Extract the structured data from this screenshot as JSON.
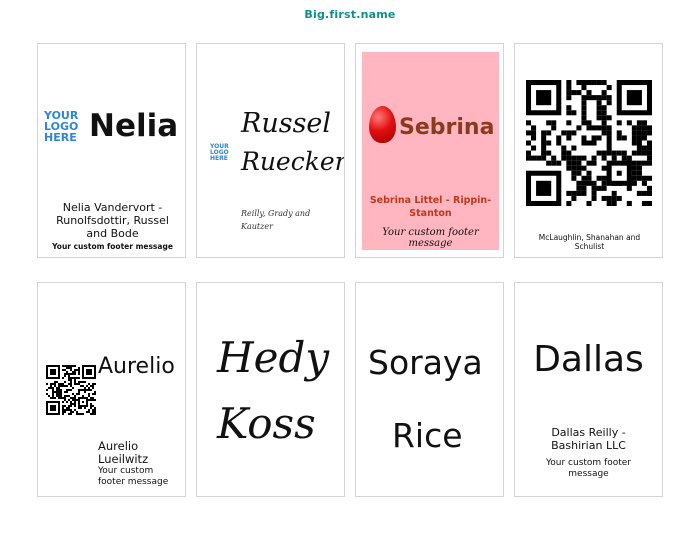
{
  "page": {
    "title": "Big.first.name"
  },
  "cards": [
    {
      "logo_lines": [
        "YOUR",
        "LOGO",
        "HERE"
      ],
      "name": "Nelia",
      "company": "Nelia Vandervort - Runolfsdottir, Russel and Bode",
      "footer": "Your custom footer message"
    },
    {
      "logo_lines": [
        "YOUR",
        "LOGO",
        "HERE"
      ],
      "name_line1": "Russel",
      "name_line2": "Ruecker",
      "company_line1": "Reilly, Grady and",
      "company_line2": "Kautzer"
    },
    {
      "name": "Sebrina",
      "company_line1": "Sebrina Littel - Rippin-",
      "company_line2": "Stanton",
      "footer": "Your custom footer message",
      "bg_color": "#ffb6c1",
      "name_color": "#8b3a1e",
      "company_color": "#c0391b"
    },
    {
      "company_line1": "McLaughlin, Shanahan and",
      "company_line2": "Schulist"
    },
    {
      "name": "Aurelio",
      "company_line1": "Aurelio",
      "company_line2": "Lueilwitz",
      "footer_line1": "Your custom",
      "footer_line2": "footer message"
    },
    {
      "name_line1": "Hedy",
      "name_line2": "Koss"
    },
    {
      "name_line1": "Soraya",
      "name_line2": "Rice"
    },
    {
      "name": "Dallas",
      "company_line1": "Dallas Reilly -",
      "company_line2": "Bashirian LLC",
      "footer_line1": "Your custom footer",
      "footer_line2": "message"
    }
  ],
  "colors": {
    "title": "#0e8f8f",
    "border": "#d4d4d4",
    "logo_blue": "#2f86d8"
  }
}
